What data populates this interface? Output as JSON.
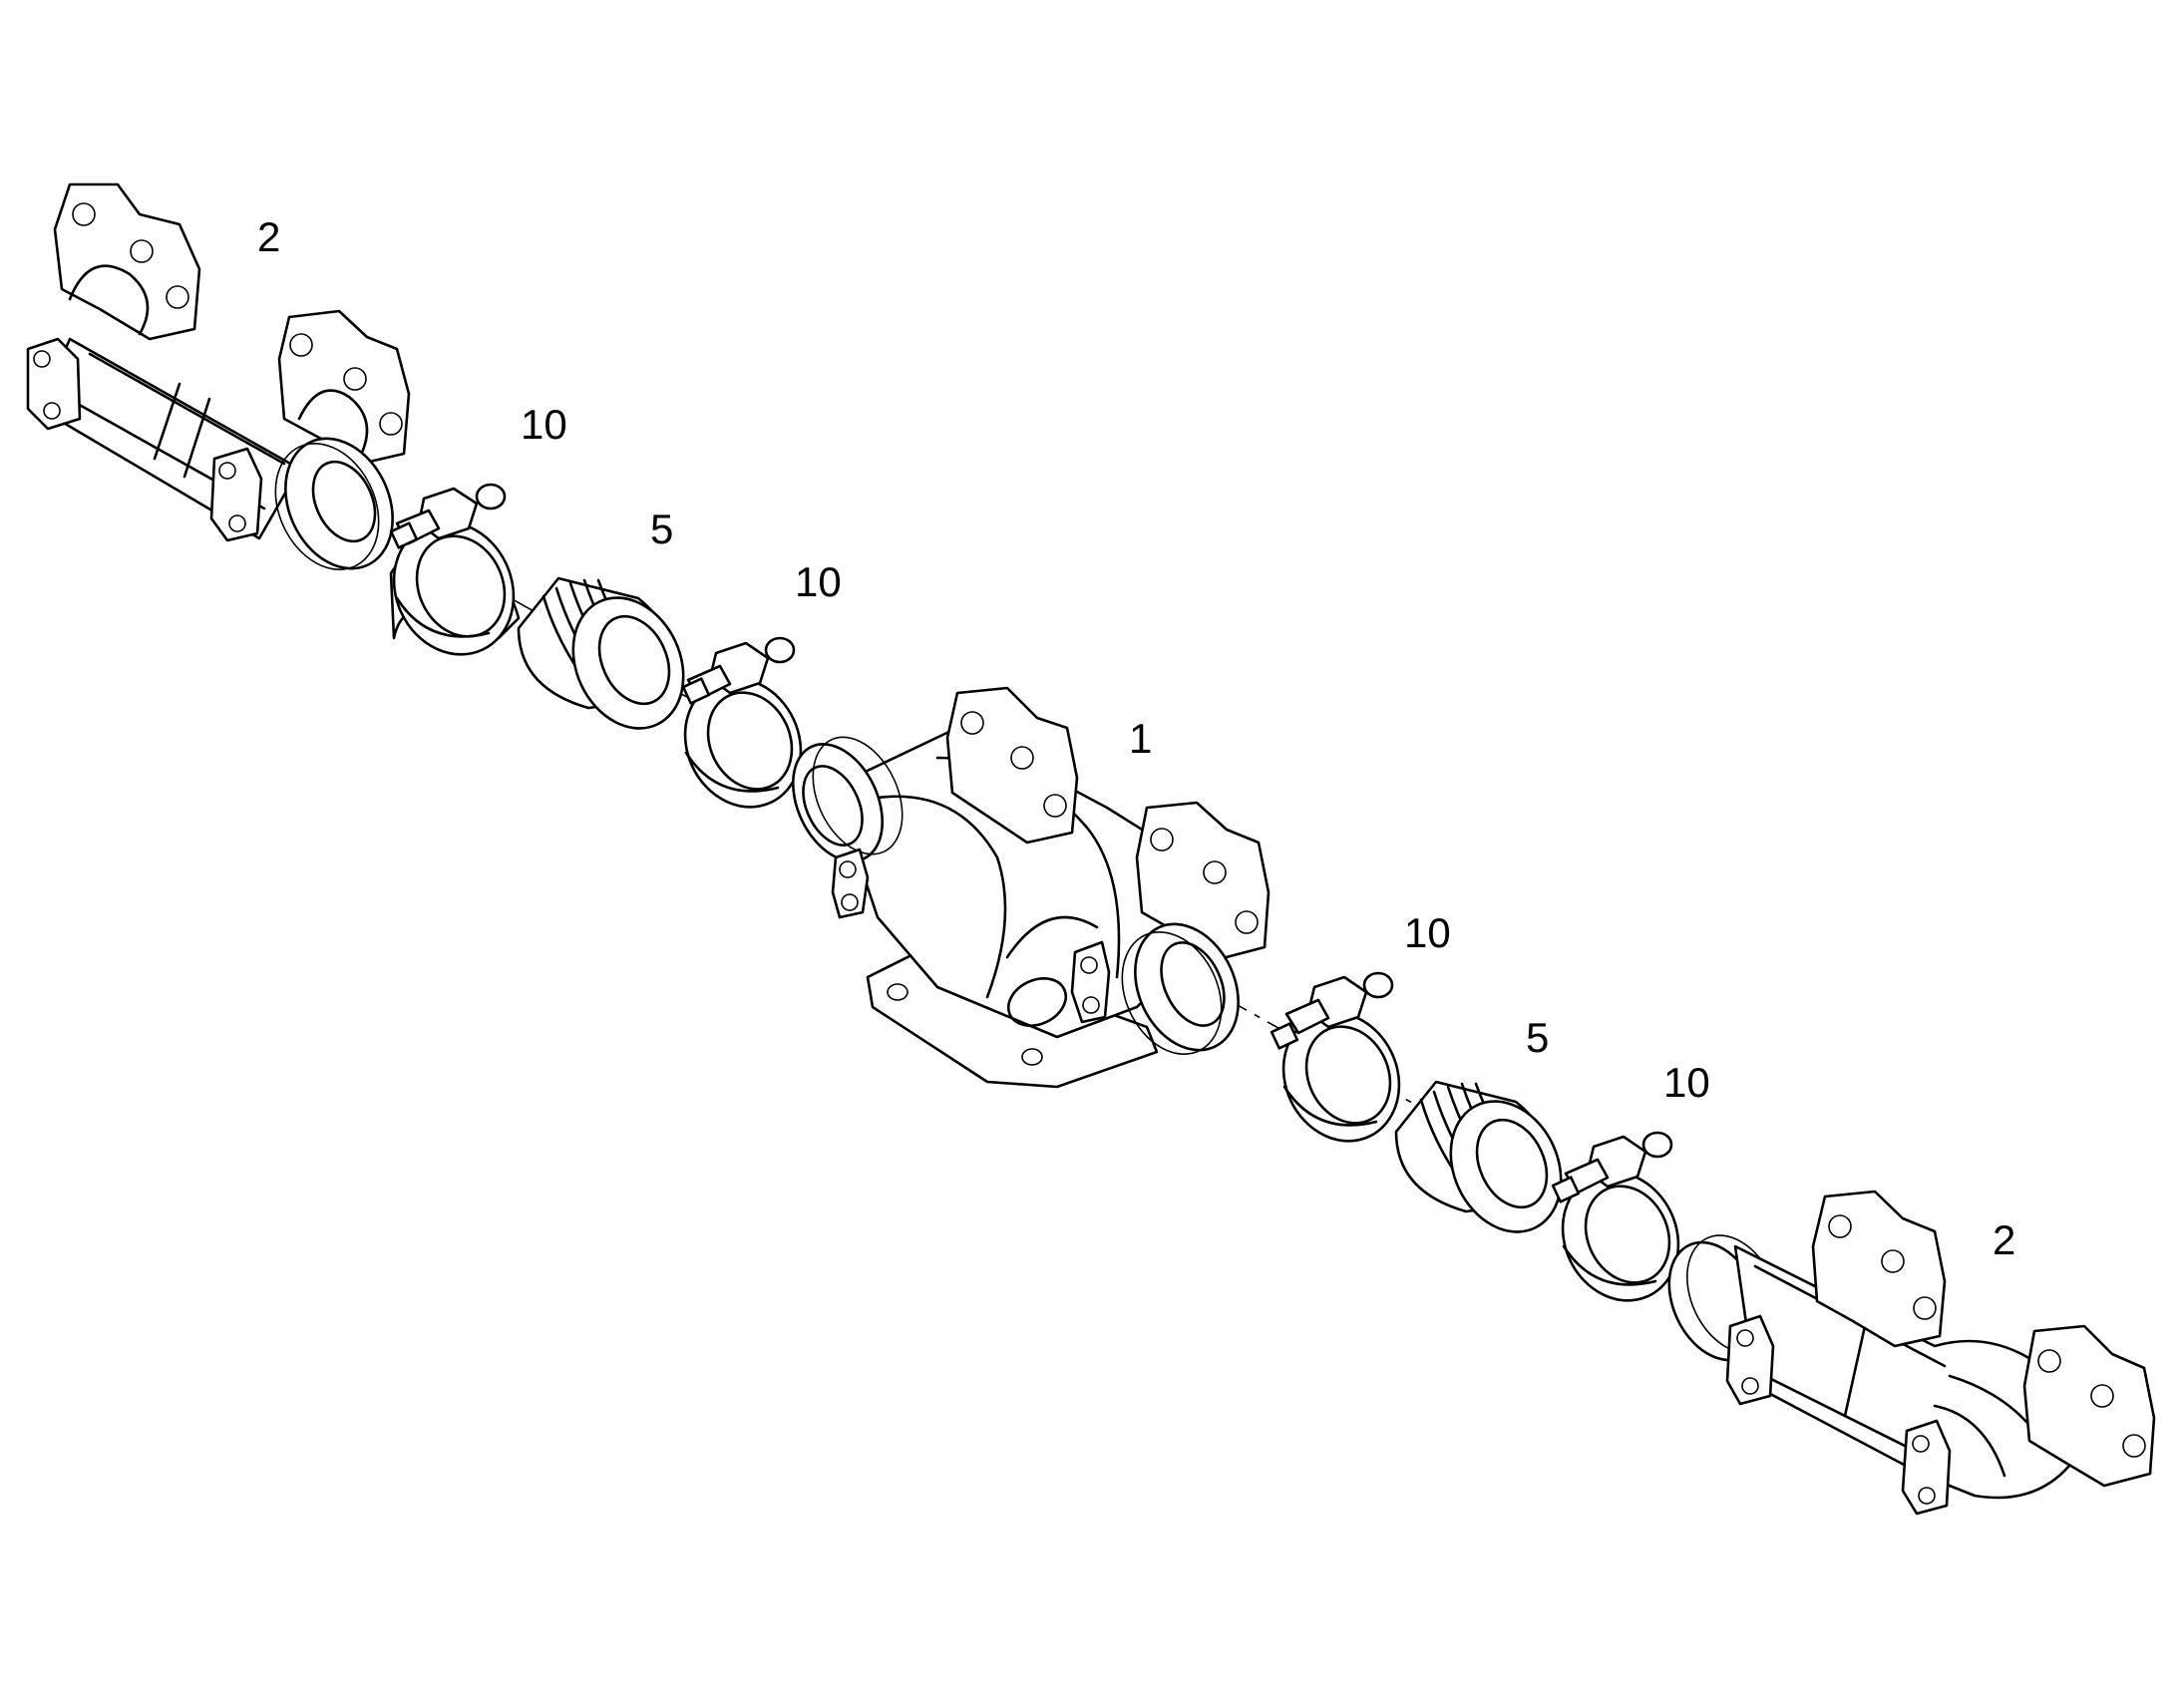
{
  "callouts": {
    "manifold_left": "2",
    "clamp_1": "10",
    "bellows_left": "5",
    "clamp_2": "10",
    "center_manifold": "1",
    "clamp_3": "10",
    "bellows_right": "5",
    "clamp_4": "10",
    "manifold_right": "2"
  }
}
